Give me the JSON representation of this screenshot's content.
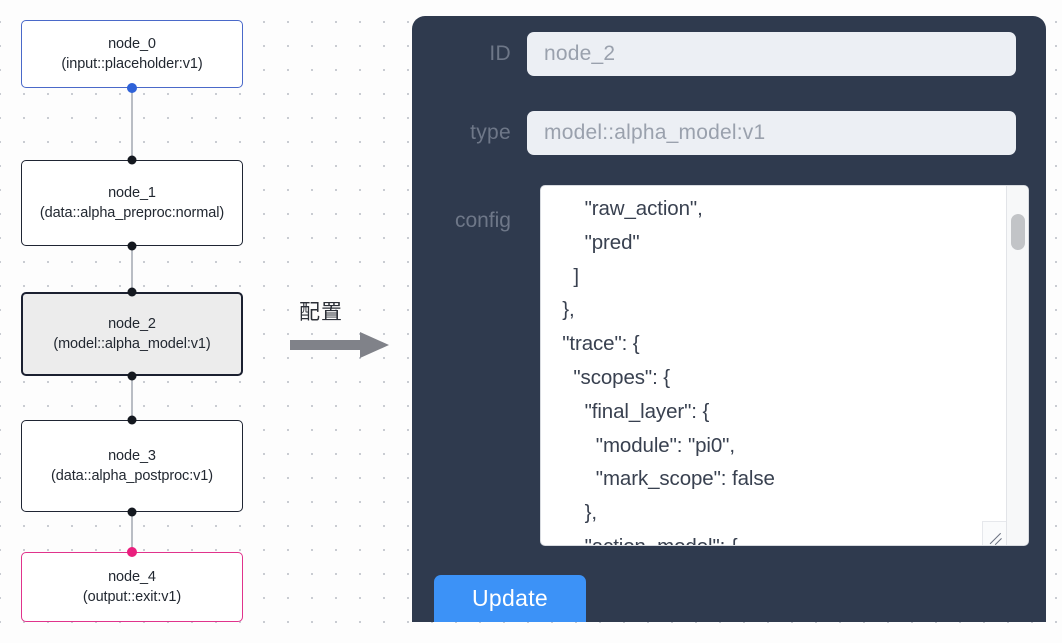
{
  "canvas": {
    "nodes": [
      {
        "id": "node_0",
        "type_line": "(input::placeholder:v1)",
        "variant": "input"
      },
      {
        "id": "node_1",
        "type_line": "(data::alpha_preproc:normal)",
        "variant": "default"
      },
      {
        "id": "node_2",
        "type_line": "(model::alpha_model:v1)",
        "variant": "selected"
      },
      {
        "id": "node_3",
        "type_line": "(data::alpha_postproc:v1)",
        "variant": "default"
      },
      {
        "id": "node_4",
        "type_line": "(output::exit:v1)",
        "variant": "output"
      }
    ]
  },
  "annotation": {
    "arrow_label": "配置",
    "arrow_icon": "right-arrow-icon"
  },
  "panel": {
    "fields": [
      {
        "label": "ID",
        "value": "node_2"
      },
      {
        "label": "type",
        "value": "model::alpha_model:v1"
      }
    ],
    "config": {
      "label": "config",
      "value": "      \"raw_action\",\n      \"pred\"\n    ]\n  },\n  \"trace\": {\n    \"scopes\": {\n      \"final_layer\": {\n        \"module\": \"pi0\",\n        \"mark_scope\": false\n      },\n      \"action_model\": {",
      "scrollbar": "vertical-scrollbar",
      "resize_handle": "resize-grip-icon"
    },
    "update_label": "Update"
  },
  "colors": {
    "panel_bg": "#2f3a4e",
    "accent_button": "#3c92f7",
    "input_node_border": "#4a69c9",
    "output_node_border": "#e0338c",
    "selected_node_fill": "#ececec",
    "edge": "#b9bdc4"
  }
}
